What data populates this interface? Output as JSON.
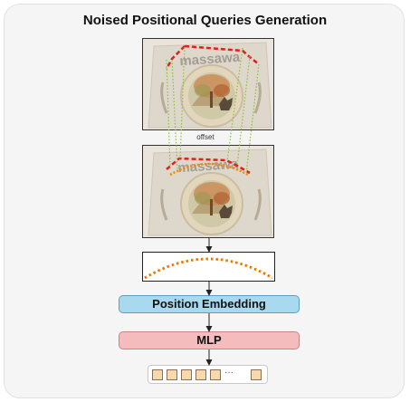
{
  "title": "Noised Positional Queries Generation",
  "offset_label": "offset",
  "blocks": {
    "position_embedding": "Position Embedding",
    "mlp": "MLP"
  },
  "tokens": {
    "count_before_ellipsis": 5,
    "ellipsis": "···"
  },
  "scene_text": "massawa",
  "colors": {
    "polygon": "#e0201a",
    "curve_points": "#f08a00",
    "offset_lines": "#8fbf3a",
    "pos_embedding": "#a9d9ee",
    "mlp": "#f4bcbc",
    "token": "#fad8ae"
  }
}
